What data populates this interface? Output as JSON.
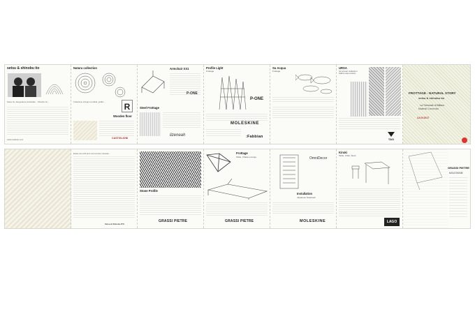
{
  "top": {
    "p1": {
      "title": "setsu & shinobu ito",
      "body": "Setsu Ito, disegnatore industriale... Shinobu Ito...",
      "url": "www.studioito.com"
    },
    "p2": {
      "title": "Natura collection",
      "sub": "Wooden floor",
      "body": "Collezione di legni ed effetti, grafici..."
    },
    "p3": {
      "title": "Armchair XX1",
      "sub": "Steel Frottage",
      "logo_left": "P-ONE",
      "logo_right": "lizeneah"
    },
    "p4": {
      "title": "Profile Light",
      "sub": "Frottage",
      "logo_top": "P-ONE",
      "logo_mid": "MOLESKINE",
      "logo_bottom": ":Fabbian"
    },
    "p5": {
      "title": "Su Acqua",
      "sub": "Frottage"
    },
    "p6": {
      "title": "URSA",
      "sub": "rel screen collection",
      "body": "Fabric wax-Cotton",
      "logo": "TAO"
    },
    "p7": {
      "title": "FROTTAGE - NATURAL STORY",
      "sub": "setsu & shinobu ito",
      "line1": "La Triennale di Milano",
      "line2": "Material Connexion",
      "date": "4-9.IV.2017"
    }
  },
  "bottom": {
    "p1": {
      "body": "Esiste da molti anni una tecnica manuale...",
      "sign": "Setsu & Shinobu ITO"
    },
    "p2": {
      "title": "Stone Profile",
      "logo": "GRASSI PIETRE"
    },
    "p3": {
      "title": "Frottage",
      "sub": "Table, Chaise Lounge",
      "logo": "GRASSI PIETRE"
    },
    "p4": {
      "logo_top": "OmniDecor",
      "title": "Installation",
      "sub": "Japanese Notebook",
      "logo_bottom": "MOLESKINE"
    },
    "p5": {
      "title": "Kiruki",
      "sub": "Table, Chair, Stool",
      "logo": "LAGO"
    },
    "p6": {
      "logo": "GRASSI PIETRE",
      "sub": "MOLESKINE"
    }
  }
}
